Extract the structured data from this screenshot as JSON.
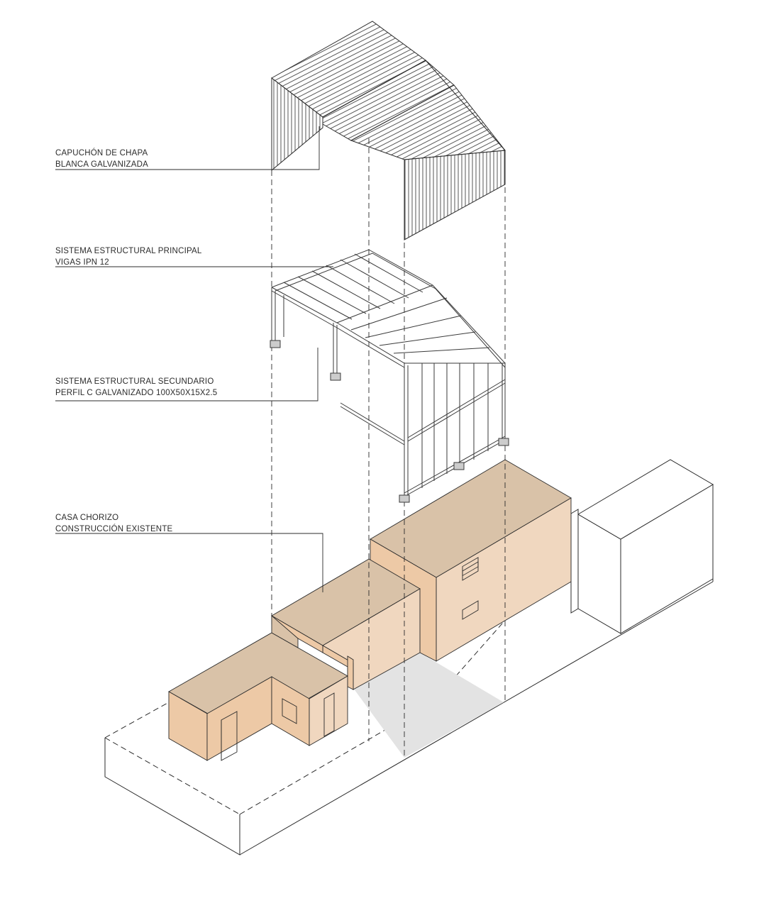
{
  "labels": {
    "capuchon": {
      "line1": "CAPUCHÓN DE CHAPA",
      "line2": "BLANCA GALVANIZADA"
    },
    "principal": {
      "line1": "SISTEMA ESTRUCTURAL PRINCIPAL",
      "line2": "VIGAS IPN 12"
    },
    "secundario": {
      "line1": "SISTEMA ESTRUCTURAL SECUNDARIO",
      "line2": "PERFIL C GALVANIZADO 100X50X15X2.5"
    },
    "casa": {
      "line1": "CASA CHORIZO",
      "line2": "CONSTRUCCIÓN EXISTENTE"
    }
  },
  "colors": {
    "house_top": "#d9c2a8",
    "house_side": "#f0d7bf",
    "house_front": "#edc9a6",
    "courtyard": "#e3e3e3",
    "line": "#2b2b2b"
  }
}
